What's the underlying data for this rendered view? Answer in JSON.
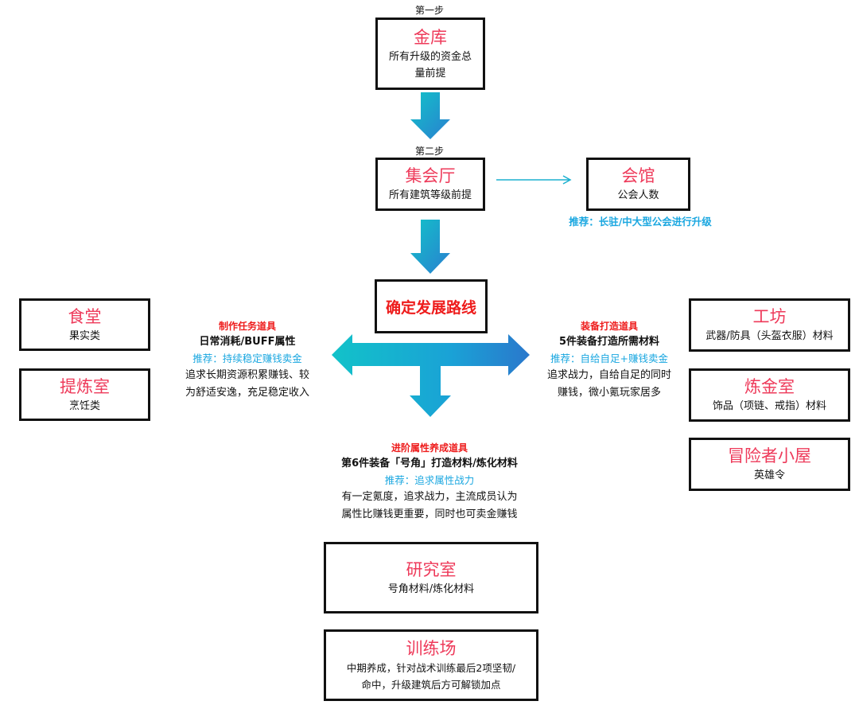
{
  "colors": {
    "title": "#ee3a5a",
    "heading_red": "#ee1c1c",
    "recommend_blue": "#1aa7e0",
    "arrow_start": "#12c2c9",
    "arrow_end": "#2a7fd0"
  },
  "steps": {
    "step1_label": "第一步",
    "step2_label": "第二步"
  },
  "nodes": {
    "treasury": {
      "title": "金库",
      "desc_line1": "所有升级的资金总",
      "desc_line2": "量前提"
    },
    "assembly_hall": {
      "title": "集会厅",
      "desc": "所有建筑等级前提"
    },
    "guild_hall": {
      "title": "会馆",
      "desc": "公会人数",
      "recommend": "推荐：长驻/中大型公会进行升级"
    },
    "route": {
      "title": "确定发展路线"
    },
    "canteen": {
      "title": "食堂",
      "desc": "果实类"
    },
    "refinery": {
      "title": "提炼室",
      "desc": "烹饪类"
    },
    "workshop": {
      "title": "工坊",
      "desc": "武器/防具（头盔衣服）材料"
    },
    "alchemy": {
      "title": "炼金室",
      "desc": "饰品（项链、戒指）材料"
    },
    "adventurer": {
      "title": "冒险者小屋",
      "desc": "英雄令"
    },
    "research": {
      "title": "研究室",
      "desc": "号角材料/炼化材料"
    },
    "training": {
      "title": "训练场",
      "desc_line1": "中期养成，针对战术训练最后2项坚韧/",
      "desc_line2": "命中，升级建筑后方可解锁加点"
    }
  },
  "branches": {
    "left": {
      "heading": "制作任务道具",
      "subheading": "日常消耗/BUFF属性",
      "recommend": "推荐：持续稳定赚钱卖金",
      "desc_line1": "追求长期资源积累赚钱、较",
      "desc_line2": "为舒适安逸，充足稳定收入"
    },
    "right": {
      "heading": "装备打造道具",
      "subheading": "5件装备打造所需材料",
      "recommend": "推荐：自给自足+赚钱卖金",
      "desc_line1": "追求战力，自给自足的同时",
      "desc_line2": "赚钱，微小氪玩家居多"
    },
    "down": {
      "heading": "进阶属性养成道具",
      "subheading": "第6件装备「号角」打造材料/炼化材料",
      "recommend": "推荐：追求属性战力",
      "desc_line1": "有一定氪度，追求战力，主流成员认为",
      "desc_line2": "属性比赚钱更重要，同时也可卖金赚钱"
    }
  }
}
